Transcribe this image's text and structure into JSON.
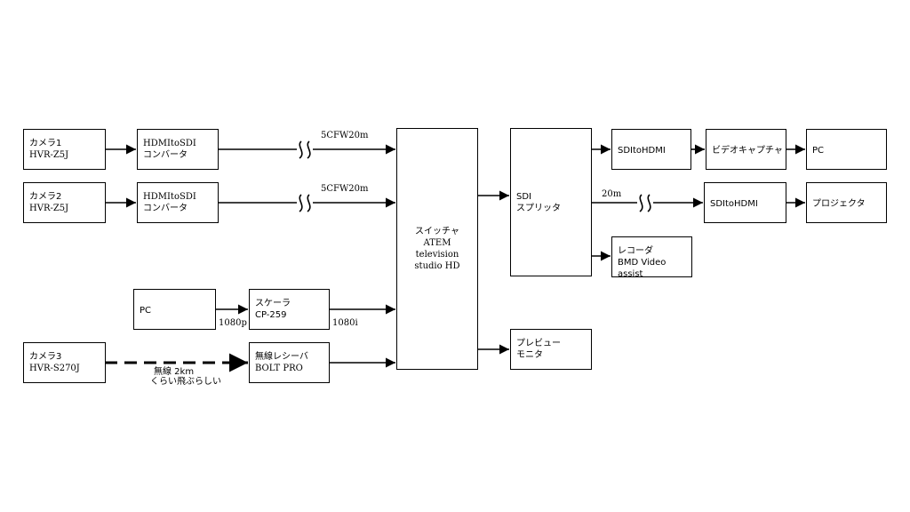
{
  "nodes": {
    "camera1": {
      "line1": "カメラ1",
      "line2": "HVR-Z5J"
    },
    "camera2": {
      "line1": "カメラ2",
      "line2": "HVR-Z5J"
    },
    "camera3": {
      "line1": "カメラ3",
      "line2": "HVR-S270J"
    },
    "conv1": {
      "line1": "HDMItoSDI",
      "line2": "コンバータ"
    },
    "conv2": {
      "line1": "HDMItoSDI",
      "line2": "コンバータ"
    },
    "pc_in": {
      "line1": "PC"
    },
    "scaler": {
      "line1": "スケーラ",
      "line2": "CP-259"
    },
    "receiver": {
      "line1": "無線レシーバ",
      "line2": "BOLT PRO"
    },
    "switcher": {
      "line1": "スイッチャ",
      "line2": "ATEM",
      "line3": "television",
      "line4": "studio HD"
    },
    "splitter": {
      "line1": "SDI",
      "line2": "スプリッタ"
    },
    "preview": {
      "line1": "プレビュー",
      "line2": "モニタ"
    },
    "sdi_hdmi1": {
      "line1": "SDItoHDMI"
    },
    "sdi_hdmi2": {
      "line1": "SDItoHDMI"
    },
    "capture": {
      "line1": "ビデオキャプチャ"
    },
    "pc_out": {
      "line1": "PC"
    },
    "projector": {
      "line1": "プロジェクタ"
    },
    "recorder": {
      "line1": "レコーダ",
      "line2": "BMD Video assist"
    }
  },
  "labels": {
    "cable1": "5CFW20m",
    "cable2": "5CFW20m",
    "res_1080p": "1080p",
    "res_1080i": "1080i",
    "cable_20m": "20m",
    "wireless1": "無線 2km",
    "wireless2": "くらい飛ぶらしい"
  }
}
